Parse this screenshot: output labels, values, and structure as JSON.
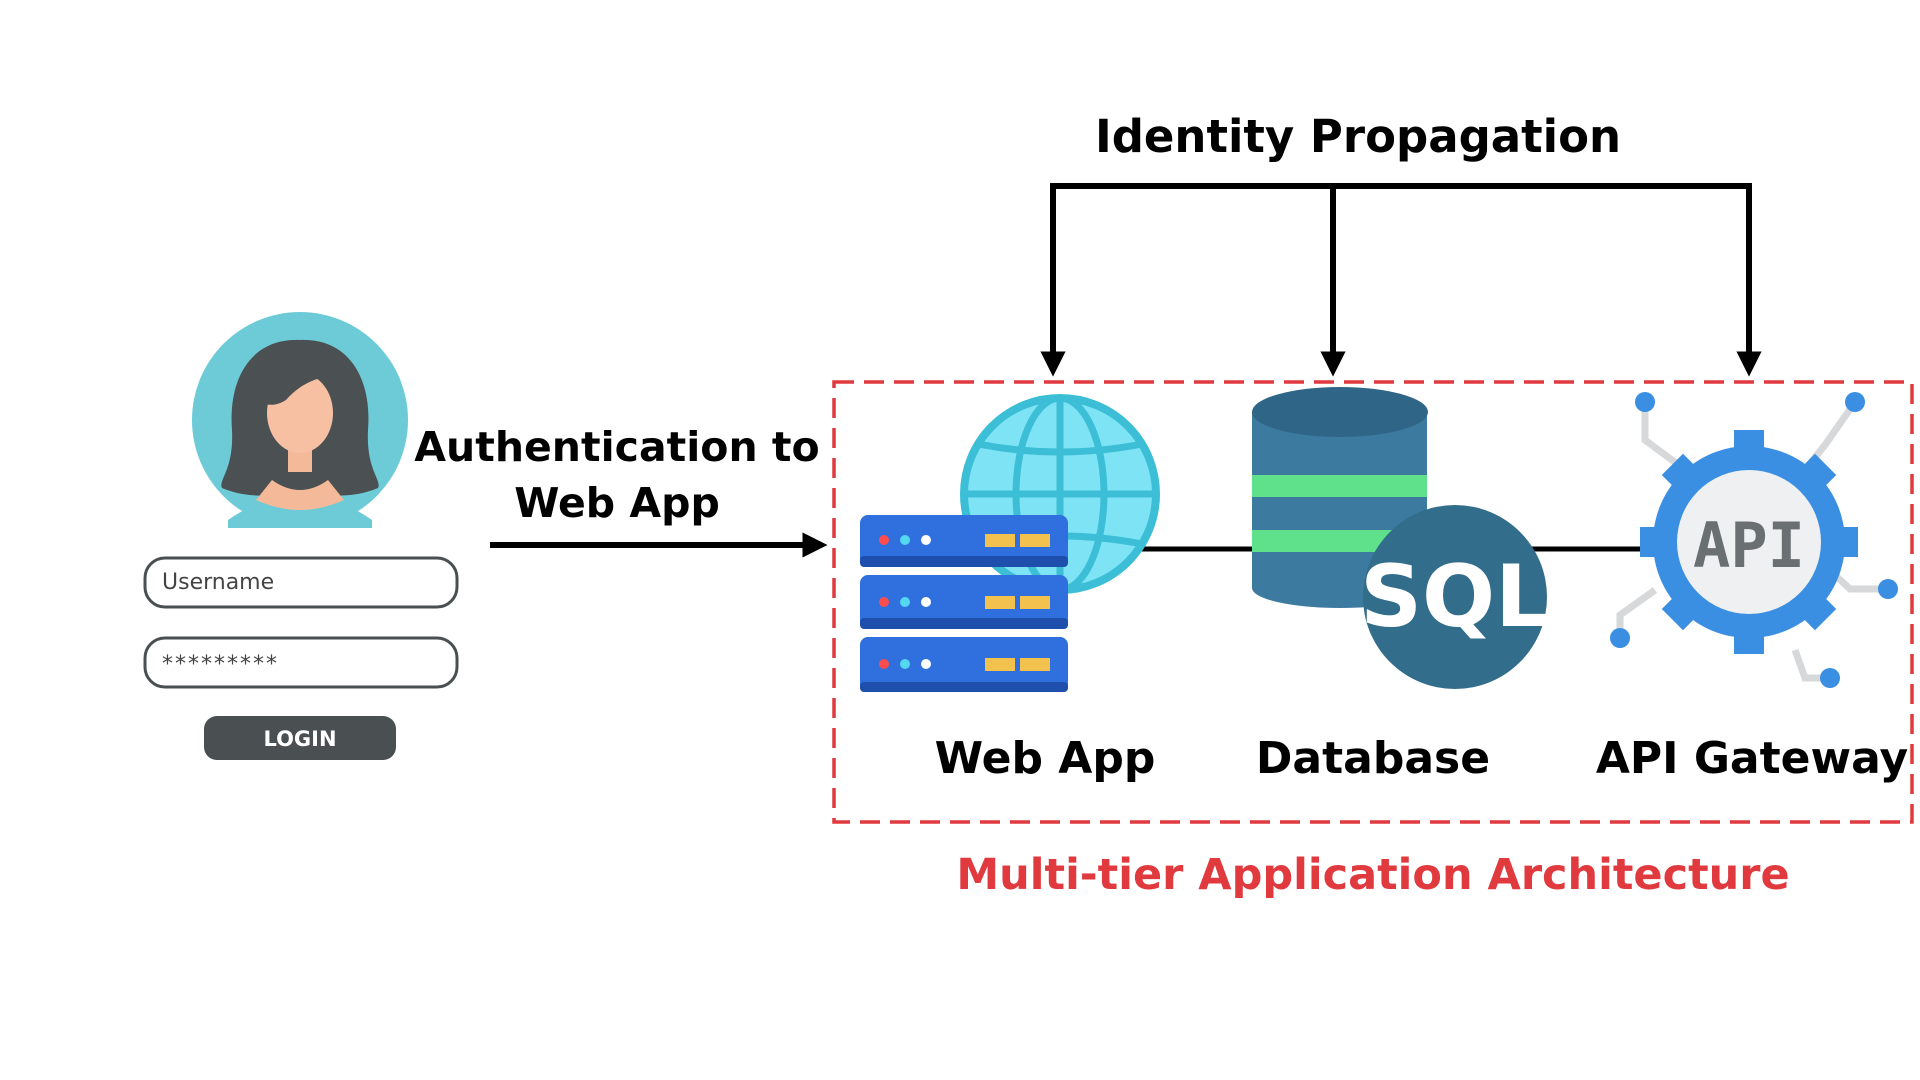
{
  "login": {
    "username_placeholder": "Username",
    "password_mask": "*********",
    "button_label": "LOGIN"
  },
  "auth_arrow": {
    "label_line1": "Authentication to",
    "label_line2": "Web App"
  },
  "propagation": {
    "label": "Identity Propagation"
  },
  "tiers": [
    {
      "label": "Web App"
    },
    {
      "label": "Database"
    },
    {
      "label": "API Gateway"
    }
  ],
  "icons": {
    "database_text": "SQL",
    "api_text": "API",
    "user_icon": "user-avatar-icon",
    "web_icon": "server-globe-icon",
    "db_icon": "sql-database-icon",
    "api_icon": "api-gear-icon"
  },
  "boundary": {
    "caption": "Multi-tier Application Architecture"
  },
  "colors": {
    "boundary": "#e0393e",
    "caption": "#e0393e",
    "avatar_bg": "#6dcbd8",
    "server_blue": "#2f6fde",
    "globe": "#7fe3f6",
    "database": "#3d7aa0",
    "database_stripe": "#5fe08a",
    "gear": "#3b8fe3",
    "login_button": "#4a4f51"
  }
}
